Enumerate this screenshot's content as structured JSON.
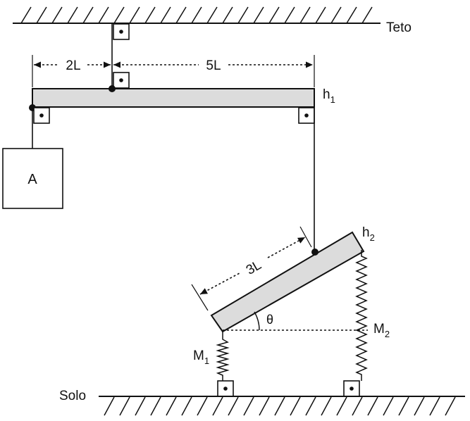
{
  "labels": {
    "ceiling": "Teto",
    "ground": "Solo",
    "block": "A",
    "h1_main": "h",
    "h1_sub": "1",
    "h2_main": "h",
    "h2_sub": "2",
    "m1_main": "M",
    "m1_sub": "1",
    "m2_main": "M",
    "m2_sub": "2",
    "dim_2L": "2L",
    "dim_5L": "5L",
    "dim_3L": "3L",
    "angle": "θ"
  }
}
